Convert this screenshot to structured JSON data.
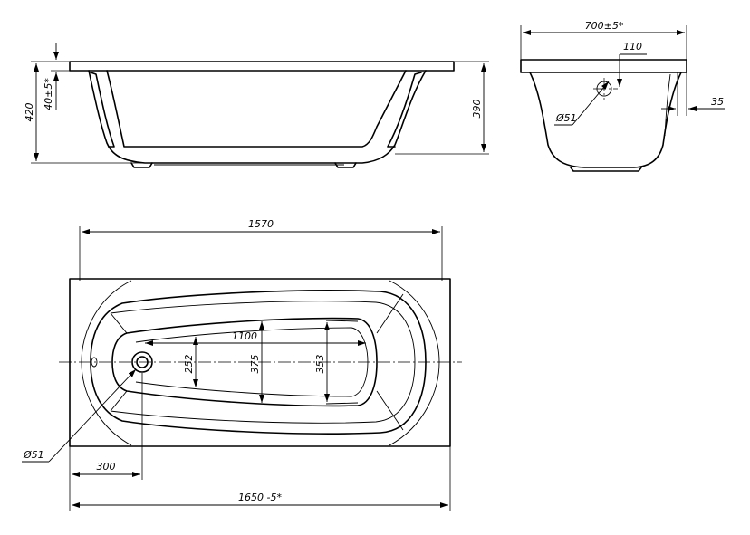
{
  "side_view": {
    "dim_total_height": "420",
    "dim_rim": "40±5*",
    "dim_depth": "390"
  },
  "end_view": {
    "dim_width": "700±5*",
    "dim_drain_offset": "110",
    "dim_drain_diameter": "Ø51",
    "dim_rim_overhang": "35"
  },
  "plan_view": {
    "dim_inner_length": "1570",
    "dim_bottom_length": "1100",
    "dim_head_width": "252",
    "dim_center_width": "375",
    "dim_foot_width": "353",
    "dim_drain_diameter": "Ø51",
    "dim_drain_offset": "300",
    "dim_total_length": "1650 -5*"
  }
}
